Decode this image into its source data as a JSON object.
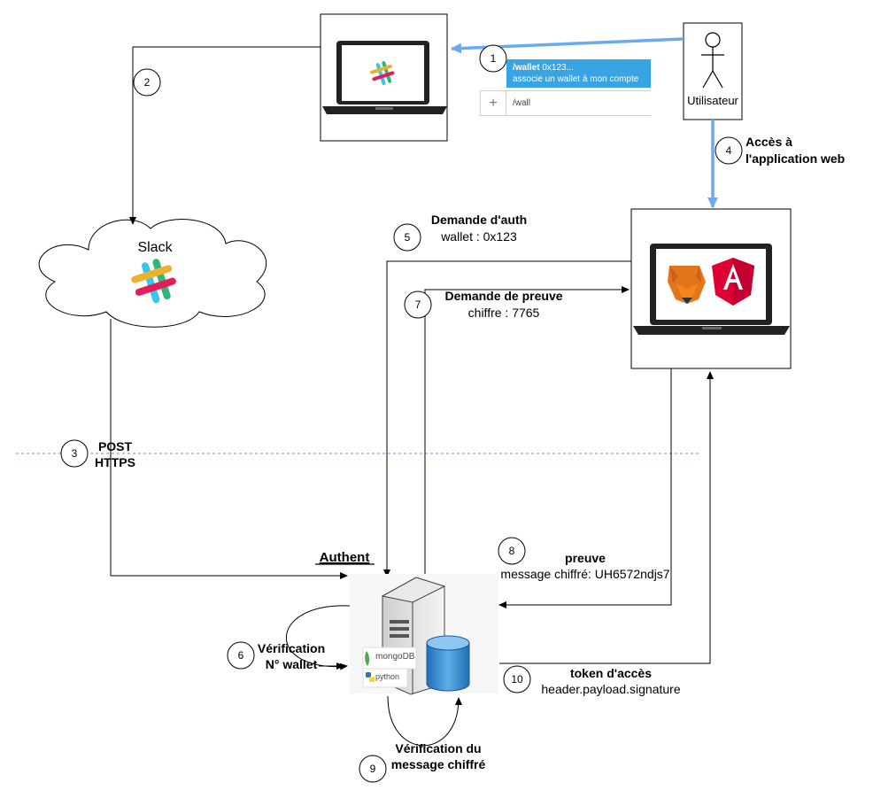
{
  "actor": {
    "label": "Utilisateur"
  },
  "slack_cloud": {
    "label": "Slack"
  },
  "slack_popup": {
    "command": "/wallet",
    "command_arg": "0x123...",
    "description": "associe un wallet à mon compte",
    "input_value": "/wall",
    "plus_symbol": "+"
  },
  "server": {
    "title": "Authent",
    "mongodb_label": "mongoDB",
    "python_label": "python"
  },
  "steps": [
    {
      "num": "1"
    },
    {
      "num": "2"
    },
    {
      "num": "3",
      "line1": "POST",
      "line2": "HTTPS"
    },
    {
      "num": "4",
      "line1": "Accès à",
      "line2": "l'application web"
    },
    {
      "num": "5",
      "line1": "Demande d'auth",
      "line2": "wallet : 0x123"
    },
    {
      "num": "6",
      "line1": "Vérification",
      "line2": "N° wallet"
    },
    {
      "num": "7",
      "line1": "Demande de preuve",
      "line2": "chiffre : 7765"
    },
    {
      "num": "8",
      "line1": "preuve",
      "line2": "message chiffré: UH6572ndjs7"
    },
    {
      "num": "9",
      "line1": "Vérification du",
      "line2": "message chiffré"
    },
    {
      "num": "10",
      "line1": "token d'accès",
      "line2": "header.payload.signature"
    }
  ],
  "colors": {
    "user_arrow": "#6aaaf0",
    "slack_blue": "#3aa3e3",
    "separator": "#6c8ebf",
    "metamask_orange": "#e2761b",
    "angular_red": "#dd0031"
  }
}
